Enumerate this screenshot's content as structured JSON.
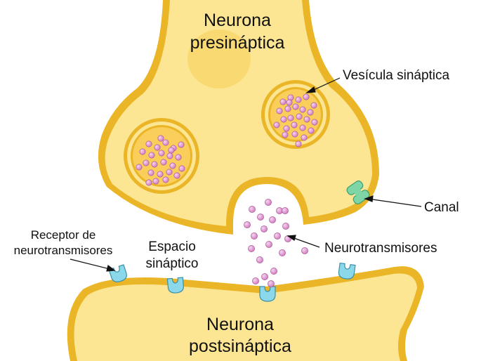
{
  "labels": {
    "presynaptic": [
      "Neurona",
      "presináptica"
    ],
    "vesicle": "Vesícula sináptica",
    "channel": "Canal",
    "receptor": [
      "Receptor de",
      "neurotransmisores"
    ],
    "cleft": [
      "Espacio",
      "sináptico"
    ],
    "neurotransmitters": "Neurotransmisores",
    "postsynaptic": [
      "Neurona",
      "postsináptica"
    ]
  },
  "colors": {
    "cell_fill": "#FCE694",
    "membrane": "#EAB526",
    "nucleus": "#F9D972",
    "vesicle_fill": "#F9CE5B",
    "neurotransmitter": "#D882C7",
    "neurotransmitter_edge": "#A64E92",
    "receptor": "#8BD8EA",
    "channel": "#7ED6A6"
  }
}
